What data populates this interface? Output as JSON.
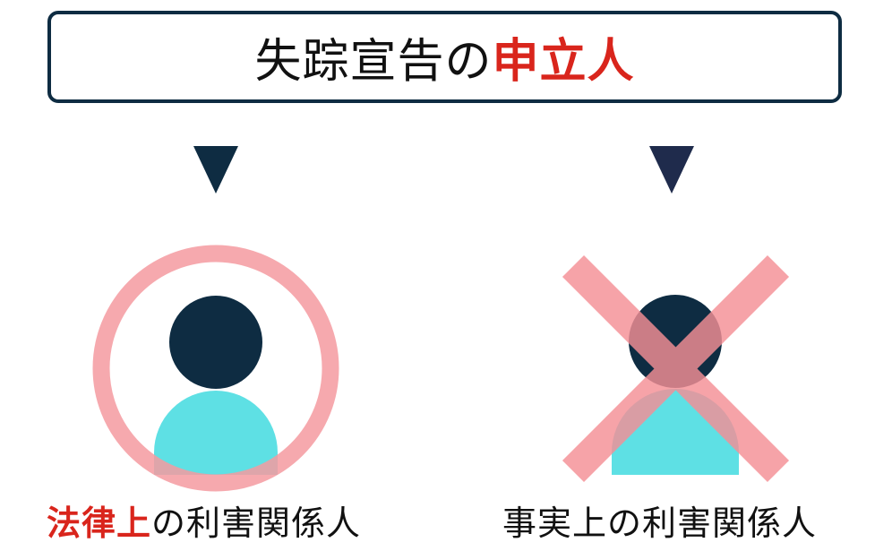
{
  "title": {
    "main": "失踪宣告の",
    "accent": "申立人"
  },
  "left": {
    "caption_accent": "法律上",
    "caption_rest": "の利害関係人",
    "mark": "circle-ok"
  },
  "right": {
    "caption": "事実上の利害関係人",
    "mark": "cross-ng"
  },
  "colors": {
    "navy": "#0e2c42",
    "accent_red": "#d9251c",
    "mark_pink": "#f59aa0",
    "body_cyan": "#5ee0e4"
  }
}
